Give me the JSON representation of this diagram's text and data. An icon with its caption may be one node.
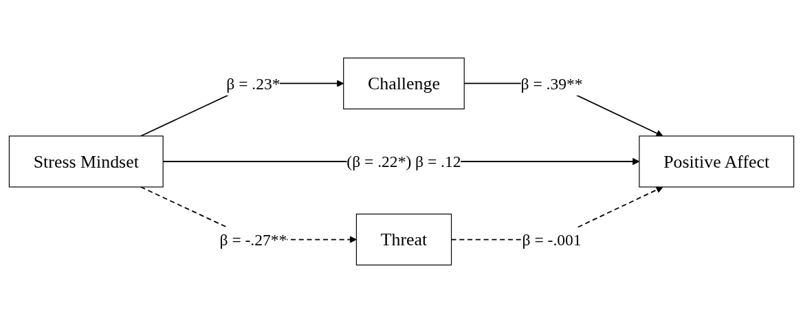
{
  "diagram": {
    "nodes": [
      {
        "text": [
          "Challenge"
        ]
      },
      {
        "text": [
          "Stress Mindset"
        ]
      },
      {
        "text": [
          "Positive Affect"
        ]
      },
      {
        "text": [
          "Threat"
        ]
      }
    ],
    "edges": [
      {
        "from": 1,
        "to": 0,
        "arrow": "to",
        "label": "β = .23*"
      },
      {
        "from": 0,
        "to": 2,
        "arrow": "to",
        "label": "β = .39**"
      },
      {
        "from": 1,
        "to": 2,
        "arrow": "to",
        "label": "(β = .22*) β = .12"
      },
      {
        "from": 1,
        "to": 3,
        "arrow": "to",
        "label": "β = -.27**",
        "style": "dashed"
      },
      {
        "from": 3,
        "to": 2,
        "arrow": "to",
        "label": "β = -.001",
        "style": "dashed"
      }
    ]
  }
}
